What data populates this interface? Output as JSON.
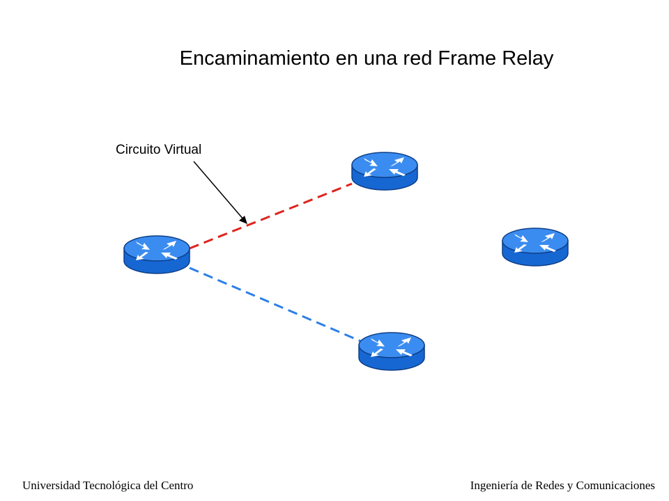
{
  "title": "Encaminamiento en una red Frame Relay",
  "annotation": {
    "label": "Circuito Virtual"
  },
  "footer": {
    "left": "Universidad Tecnológica del Centro",
    "right": "Ingeniería de Redes y Comunicaciones"
  },
  "colors": {
    "router_body": "#1a6bd6",
    "router_top": "#3c8ef0",
    "circuit_red": "#e0231e",
    "circuit_blue": "#2b7fe6"
  },
  "icons": [
    "router-icon"
  ]
}
